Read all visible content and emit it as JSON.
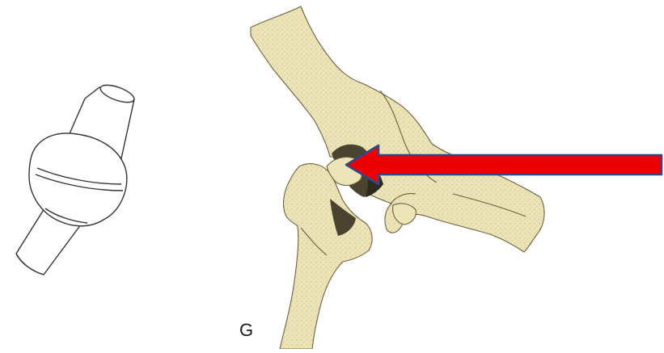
{
  "figure": {
    "panel_label": "G",
    "joint_icon": "ball-and-socket-joint-icon",
    "bones": [
      "hip-bone",
      "femur"
    ],
    "indicator": "red-arrow",
    "colors": {
      "bone_fill": "#ece3b6",
      "bone_shade": "#b8ab78",
      "bone_dark": "#4a4330",
      "line_art": "#333333",
      "arrow_fill": "#ee0000",
      "arrow_outline": "#2a4a8a",
      "background": "#ffffff"
    }
  }
}
